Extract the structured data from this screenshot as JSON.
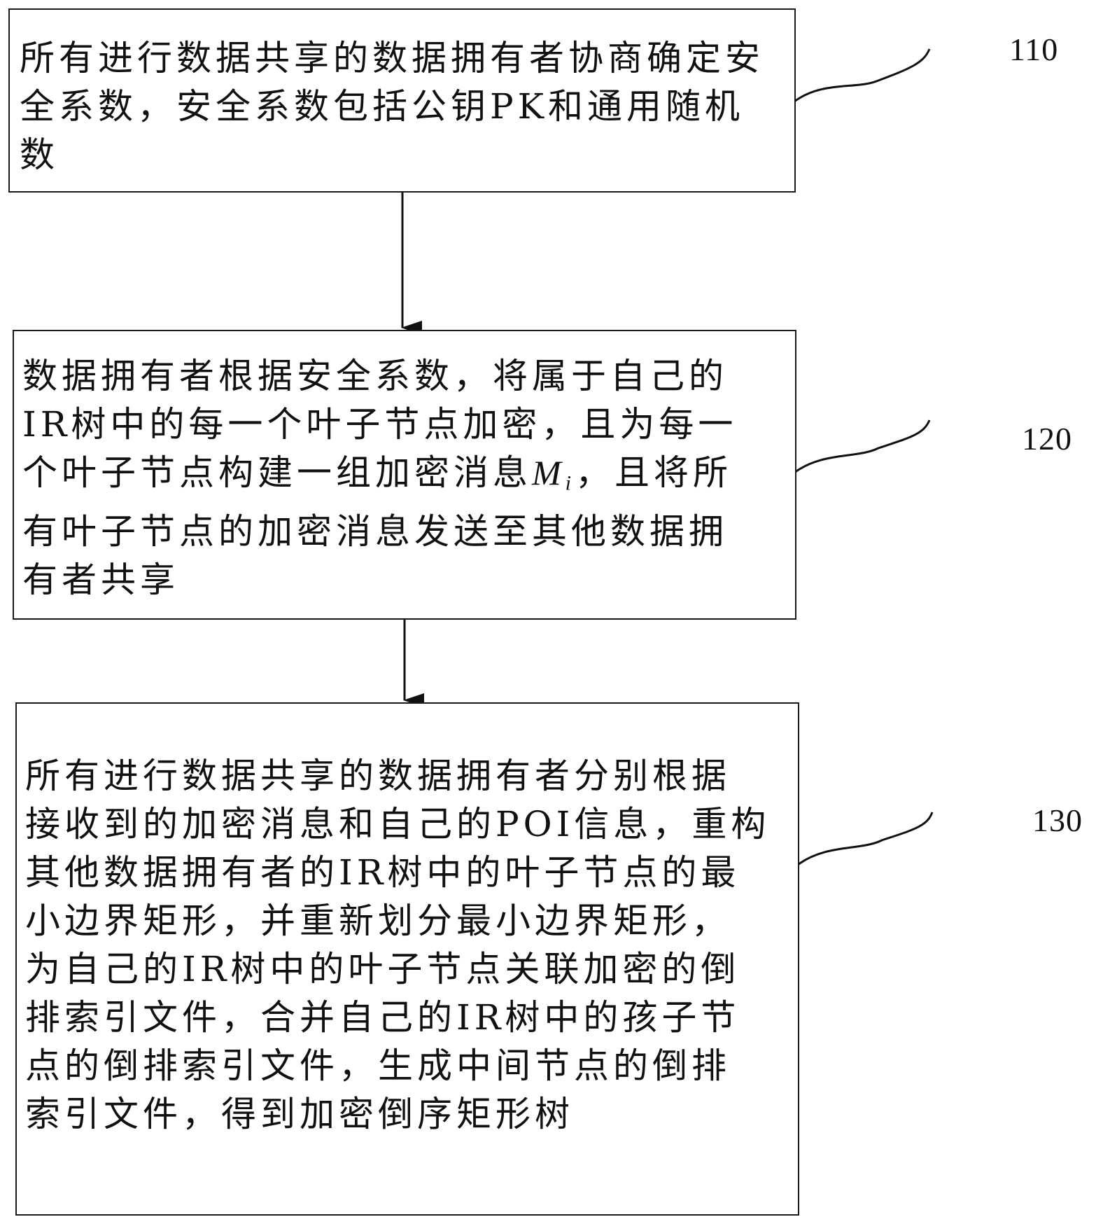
{
  "steps": [
    {
      "label": "110",
      "lines": [
        "所有进行数据共享的数据拥有者协商确定安",
        "全系数，安全系数包括公钥PK和通用随机",
        "数"
      ]
    },
    {
      "label": "120",
      "lines": [
        "数据拥有者根据安全系数，将属于自己的",
        "IR树中的每一个叶子节点加密，且为每一",
        "个叶子节点构建一组加密消息",
        "，且将所",
        "有叶子节点的加密消息发送至其他数据拥",
        "有者共享"
      ],
      "math_var": "M",
      "math_sub": "i"
    },
    {
      "label": "130",
      "lines": [
        "所有进行数据共享的数据拥有者分别根据",
        "接收到的加密消息和自己的POI信息，重构",
        "其他数据拥有者的IR树中的叶子节点的最",
        "小边界矩形，并重新划分最小边界矩形，",
        "为自己的IR树中的叶子节点关联加密的倒",
        "排索引文件，合并自己的IR树中的孩子节",
        "点的倒排索引文件，生成中间节点的倒排",
        "索引文件，得到加密倒序矩形树"
      ]
    }
  ]
}
